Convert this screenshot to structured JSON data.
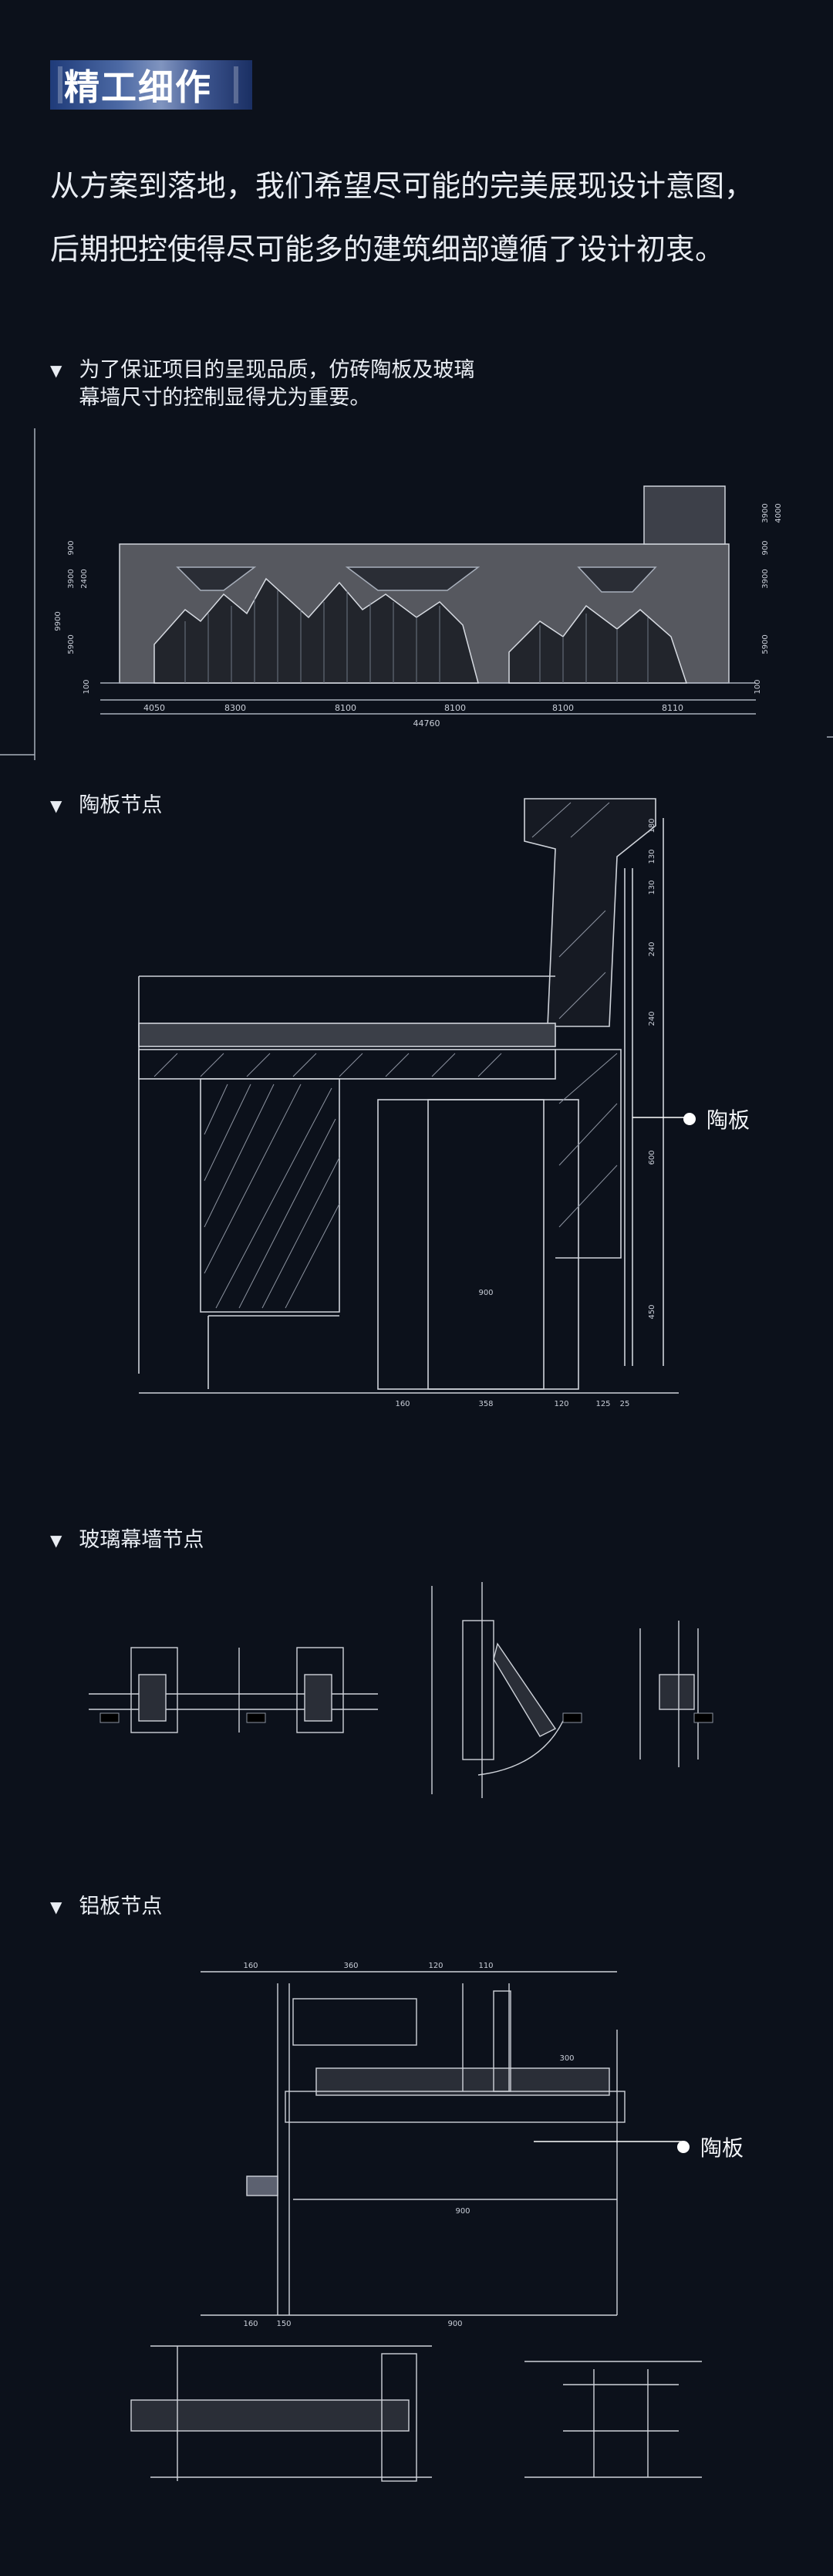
{
  "header": {
    "title": "精工细作"
  },
  "intro": {
    "line1": "从方案到落地，我们希望尽可能的完美展现设计意图，",
    "line2": "后期把控使得尽可能多的建筑细部遵循了设计初衷。"
  },
  "sections": [
    {
      "line1": "为了保证项目的呈现品质，仿砖陶板及玻璃",
      "line2": "幕墙尺寸的控制显得尤为重要。"
    },
    {
      "title": "陶板节点",
      "callout": "陶板"
    },
    {
      "title": "玻璃幕墙节点"
    },
    {
      "title": "铝板节点",
      "callout": "陶板"
    }
  ],
  "elevation": {
    "bottom_dims": [
      "4050",
      "8300",
      "8100",
      "8100",
      "8100",
      "8110"
    ],
    "total": "44760",
    "left_dims": [
      "900",
      "3900",
      "2400",
      "9900",
      "5900",
      "100"
    ],
    "right_dims": [
      "3900",
      "4000",
      "900",
      "3900",
      "5900",
      "100"
    ]
  },
  "ceramic_dims": {
    "bottom": [
      "160",
      "358",
      "120",
      "125",
      "25"
    ],
    "side": [
      "180",
      "130",
      "130",
      "240",
      "240",
      "600",
      "450"
    ],
    "inner": "900"
  },
  "aluminum_dims": {
    "top": [
      "160",
      "360",
      "120",
      "110"
    ],
    "bottom": [
      "160",
      "150",
      "900"
    ],
    "inner": [
      "300",
      "900"
    ]
  }
}
